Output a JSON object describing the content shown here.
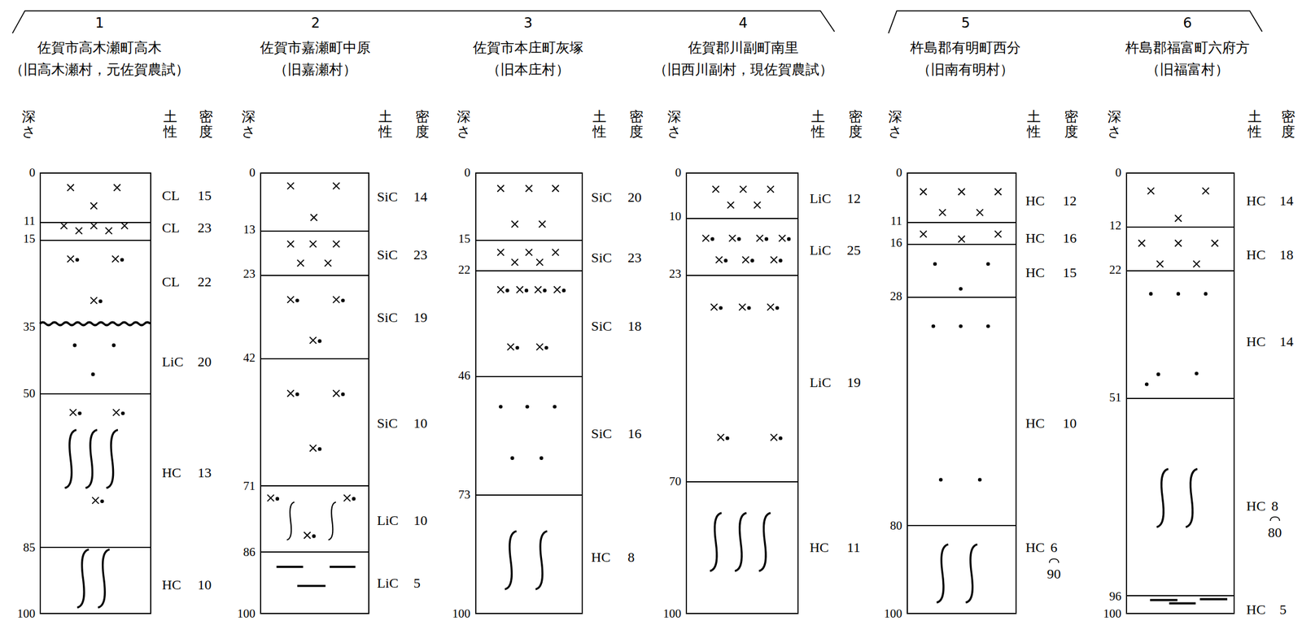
{
  "diagram": {
    "nodes": [
      {
        "text": [
          "1",
          "佐賀市高木瀬町高木",
          "（旧高木瀬村，元佐賀農試）"
        ]
      },
      {
        "text": [
          "CL",
          "15"
        ],
        "in": 0
      },
      {
        "text": [
          "CL",
          "23"
        ],
        "in": 0
      },
      {
        "text": [
          "CL",
          "22"
        ],
        "in": 0
      },
      {
        "text": [
          "LiC",
          "20"
        ],
        "in": 0
      },
      {
        "text": [
          "HC",
          "13"
        ],
        "in": 0
      },
      {
        "text": [
          "HC",
          "10"
        ],
        "in": 0
      },
      {
        "text": [
          "2",
          "佐賀市嘉瀬町中原",
          "（旧嘉瀬村）"
        ]
      },
      {
        "text": [
          "SiC",
          "14"
        ],
        "in": 7
      },
      {
        "text": [
          "SiC",
          "23"
        ],
        "in": 7
      },
      {
        "text": [
          "SiC",
          "19"
        ],
        "in": 7
      },
      {
        "text": [
          "SiC",
          "10"
        ],
        "in": 7
      },
      {
        "text": [
          "LiC",
          "10"
        ],
        "in": 7
      },
      {
        "text": [
          "LiC",
          "5"
        ],
        "in": 7
      },
      {
        "text": [
          "3",
          "佐賀市本庄町灰塚",
          "（旧本庄村）"
        ]
      },
      {
        "text": [
          "SiC",
          "20"
        ],
        "in": 14
      },
      {
        "text": [
          "SiC",
          "23"
        ],
        "in": 14
      },
      {
        "text": [
          "SiC",
          "18"
        ],
        "in": 14
      },
      {
        "text": [
          "SiC",
          "16"
        ],
        "in": 14
      },
      {
        "text": [
          "HC",
          "8"
        ],
        "in": 14
      },
      {
        "text": [
          "4",
          "佐賀郡川副町南里",
          "（旧西川副村，現佐賀農試）"
        ]
      },
      {
        "text": [
          "LiC",
          "12"
        ],
        "in": 20
      },
      {
        "text": [
          "LiC",
          "25"
        ],
        "in": 20
      },
      {
        "text": [
          "LiC",
          "19"
        ],
        "in": 20
      },
      {
        "text": [
          "HC",
          "11"
        ],
        "in": 20
      },
      {
        "text": [
          "5",
          "杵島郡有明町西分",
          "（旧南有明村）"
        ]
      },
      {
        "text": [
          "HC",
          "12"
        ],
        "in": 25
      },
      {
        "text": [
          "HC",
          "16"
        ],
        "in": 25
      },
      {
        "text": [
          "HC",
          "15"
        ],
        "in": 25
      },
      {
        "text": [
          "HC",
          "10"
        ],
        "in": 25
      },
      {
        "text": [
          "HC",
          "6",
          "90"
        ],
        "in": 25
      },
      {
        "text": [
          "6",
          "杵島郡福富町六府方",
          "（旧福富村）"
        ]
      },
      {
        "text": [
          "HC",
          "14"
        ],
        "in": 31
      },
      {
        "text": [
          "HC",
          "18"
        ],
        "in": 31
      },
      {
        "text": [
          "HC",
          "14"
        ],
        "in": 31
      },
      {
        "text": [
          "HC",
          "8",
          "80"
        ],
        "in": 31
      },
      {
        "text": [
          "HC",
          "5"
        ],
        "in": 31
      }
    ],
    "labels": [
      "深さ",
      "土性",
      "密度",
      "0",
      "11",
      "15",
      "35",
      "50",
      "85",
      "100",
      "深さ",
      "土性",
      "密度",
      "0",
      "13",
      "23",
      "42",
      "71",
      "86",
      "100",
      "深さ",
      "土性",
      "密度",
      "0",
      "15",
      "22",
      "46",
      "73",
      "100",
      "深さ",
      "土性",
      "密度",
      "0",
      "10",
      "23",
      "70",
      "100",
      "深さ",
      "土性",
      "密度",
      "0",
      "11",
      "16",
      "28",
      "80",
      "100",
      "深さ",
      "土性",
      "密度",
      "0",
      "12",
      "22",
      "51",
      "96",
      "100"
    ]
  }
}
